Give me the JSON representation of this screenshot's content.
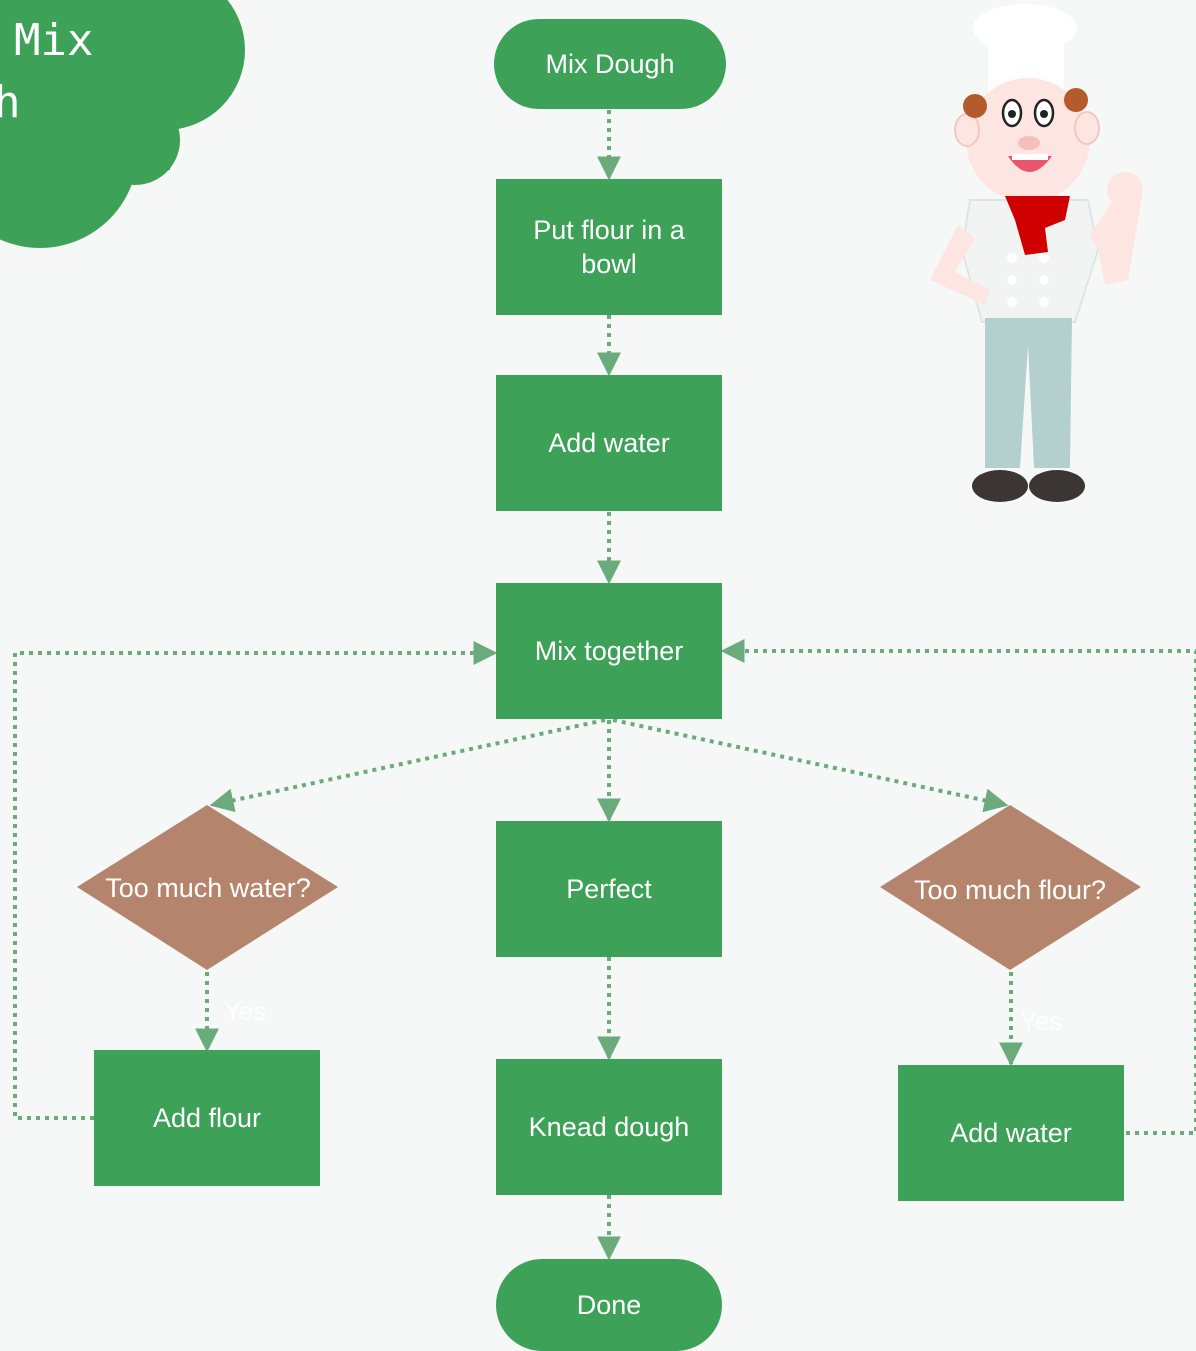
{
  "title_cloud": {
    "line1": "Mix",
    "line2": "h"
  },
  "nodes": {
    "start": "Mix Dough",
    "flour_bowl": "Put flour in a bowl",
    "add_water": "Add water",
    "mix_together": "Mix together",
    "too_much_water": "Too much water?",
    "perfect": "Perfect",
    "too_much_flour": "Too much flour?",
    "add_flour": "Add flour",
    "knead": "Knead dough",
    "add_water_2": "Add water",
    "done": "Done"
  },
  "edge_labels": {
    "yes_left": "Yes",
    "yes_right": "Yes"
  },
  "colors": {
    "process": "#3da157",
    "decision": "#b4856c",
    "connector": "#6aaa7b",
    "background": "#f6f8f8"
  },
  "icons": [
    "chef-illustration"
  ]
}
